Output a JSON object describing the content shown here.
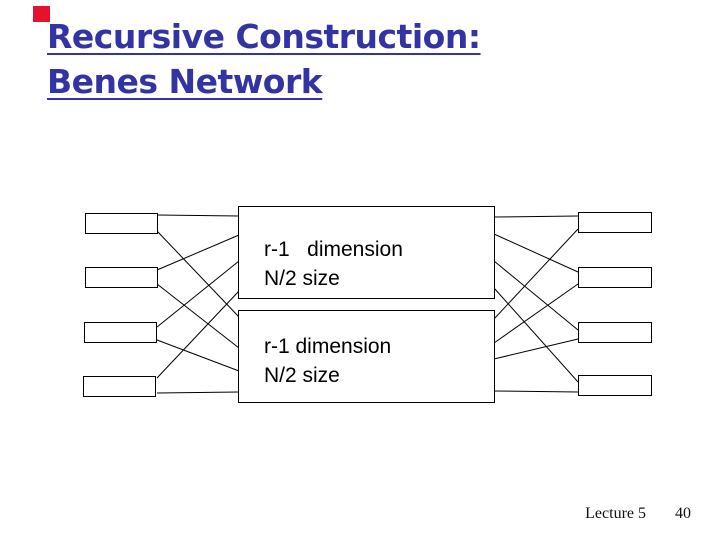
{
  "slide": {
    "background_color": "#ffffff",
    "accent_red": "#e8112d",
    "title_color": "#3333a3",
    "diagram_line_color": "#000000"
  },
  "title": {
    "line1": "Recursive Construction:",
    "line2": "Benes Network"
  },
  "diagram": {
    "description": "Benes network recursive construction: 4 input switches, 2 recursive subnetwork blocks, 4 output switches",
    "subnetwork_boxes": [
      {
        "line1": "r-1   dimension",
        "line2": "N/2 size"
      },
      {
        "line1": "r-1 dimension",
        "line2": "N/2 size"
      }
    ]
  },
  "footer": {
    "lecture_label": "Lecture 5",
    "page_number": "40"
  }
}
